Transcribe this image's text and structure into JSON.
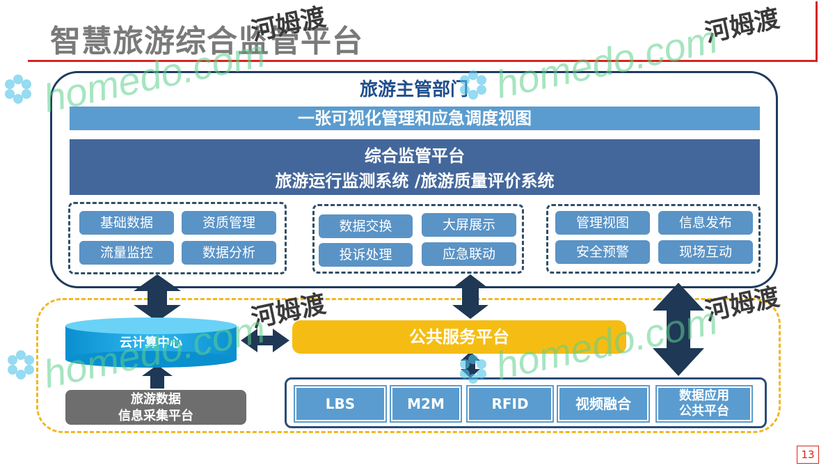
{
  "slide": {
    "title": "智慧旅游综合监管平台",
    "page_number": "13"
  },
  "top_panel": {
    "title": "旅游主管部门",
    "view_band": "一张可视化管理和应急调度视图",
    "platform_line1": "综合监管平台",
    "platform_line2": "旅游运行监测系统 /旅游质量评价系统",
    "groups": [
      [
        "基础数据",
        "资质管理",
        "流量监控",
        "数据分析"
      ],
      [
        "数据交换",
        "大屏展示",
        "投诉处理",
        "应急联动"
      ],
      [
        "管理视图",
        "信息发布",
        "安全预警",
        "现场互动"
      ]
    ]
  },
  "bottom": {
    "cloud_center": "云计算中心",
    "public_service": "公共服务平台",
    "collection_line1": "旅游数据",
    "collection_line2": "信息采集平台",
    "tech": [
      "LBS",
      "M2M",
      "RFID",
      "视频融合"
    ],
    "data_app_line1": "数据应用",
    "data_app_line2": "公共平台"
  },
  "watermark": {
    "cn": "河姆渡",
    "en": "homedo.com"
  },
  "colors": {
    "accent_red": "#d6251f",
    "navy": "#1f3b5e",
    "band_blue": "#5a9ccf",
    "platform_blue": "#44679b",
    "public_yellow": "#f5bd14",
    "collect_gray": "#6e6e6e",
    "arrow_navy": "#1e3855"
  }
}
